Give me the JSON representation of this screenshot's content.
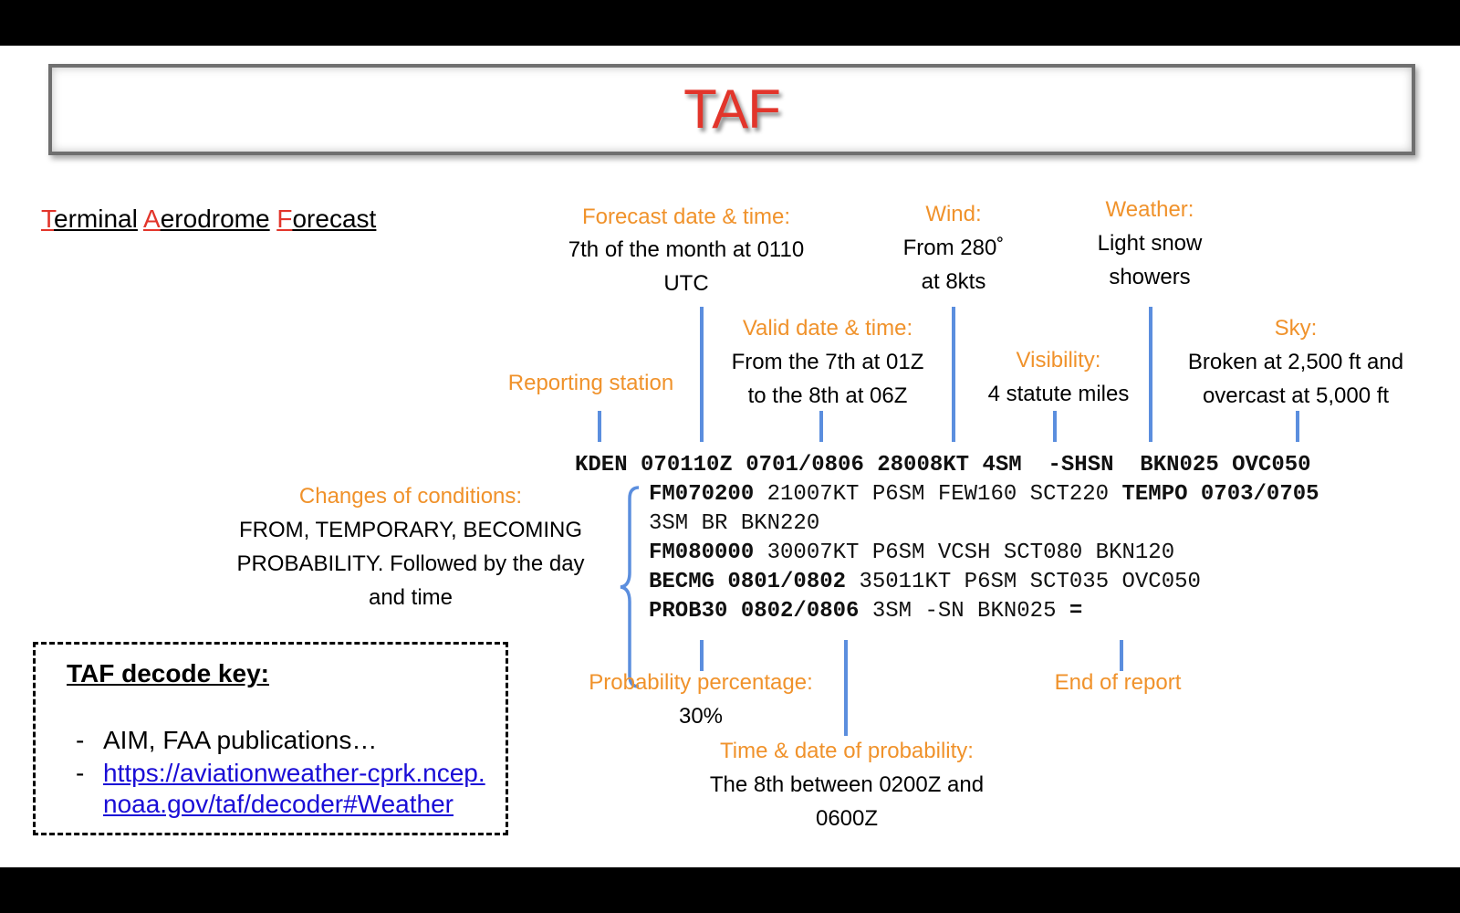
{
  "title": "TAF",
  "subtitle": {
    "t_initial": "T",
    "t_rest": "erminal",
    "a_initial": "A",
    "a_rest": "erodrome",
    "f_initial": "F",
    "f_rest": "orecast"
  },
  "callouts": {
    "forecast_dt": {
      "label": "Forecast date & time:",
      "text": [
        "7th of the month at 0110",
        "UTC"
      ]
    },
    "wind": {
      "label": "Wind:",
      "text": [
        "From 280˚",
        "at 8kts"
      ]
    },
    "weather": {
      "label": "Weather:",
      "text": [
        "Light snow",
        "showers"
      ]
    },
    "valid_dt": {
      "label": "Valid date & time:",
      "text": [
        "From the 7th at 01Z",
        "to the 8th at 06Z"
      ]
    },
    "visibility": {
      "label": "Visibility:",
      "text": [
        "4 statute miles"
      ]
    },
    "sky": {
      "label": "Sky:",
      "text": [
        "Broken at 2,500 ft and",
        "overcast at 5,000 ft"
      ]
    },
    "station": {
      "label": "Reporting station"
    },
    "changes": {
      "label": "Changes of conditions:",
      "text": [
        "FROM, TEMPORARY,  BECOMING",
        "PROBABILITY.  Followed by the day",
        "and time"
      ]
    },
    "prob_pct": {
      "label": "Probability percentage:",
      "text": [
        "30%"
      ]
    },
    "prob_time": {
      "label": "Time & date of probability:",
      "text": [
        "The 8th between 0200Z and",
        "0600Z"
      ]
    },
    "end": {
      "label": "End of report"
    }
  },
  "code": {
    "line1": "KDEN 070110Z 0701/0806 28008KT 4SM  -SHSN  BKN025 OVC050",
    "line2": {
      "b1": "FM070200",
      "n1": " 21007KT P6SM FEW160 SCT220 ",
      "b2": "TEMPO 0703/0705"
    },
    "line3": "3SM BR BKN220",
    "line4": {
      "b1": "FM080000",
      "n1": " 30007KT P6SM VCSH SCT080 BKN120"
    },
    "line5": {
      "b1": "BECMG 0801/0802",
      "n1": " 35011KT P6SM SCT035 OVC050"
    },
    "line6": {
      "b1": "PROB30 0802/0806",
      "n1": " 3SM -SN BKN025 ",
      "b2": "="
    }
  },
  "key": {
    "title": "TAF decode key:",
    "items": [
      "AIM, FAA publications…"
    ],
    "link_line1": "https://aviationweather-cprk.ncep.",
    "link_line2": "noaa.gov/taf/decoder#Weather",
    "dash": "-"
  },
  "colors": {
    "title": "#e2352b",
    "label": "#f0922b",
    "line": "#5b8ede",
    "link": "#1a0dd6"
  }
}
